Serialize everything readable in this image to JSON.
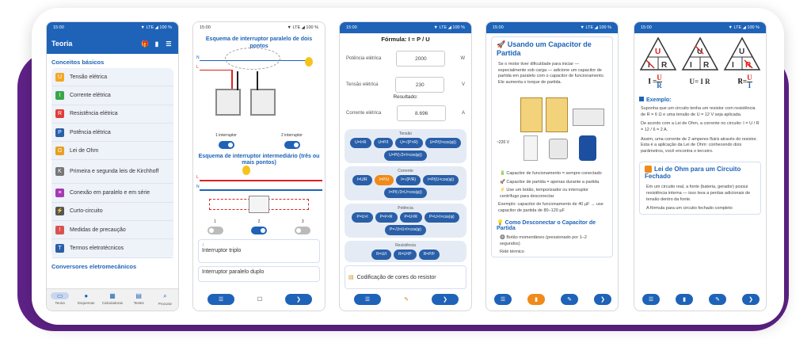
{
  "status": {
    "time": "15:00",
    "right": "▼ LTE ◢ 100 %"
  },
  "p1": {
    "title": "Teoria",
    "section1": "Conceitos básicos",
    "items": [
      {
        "label": "Tensão elétrica",
        "color": "#f5a623",
        "glyph": "U"
      },
      {
        "label": "Corrente elétrica",
        "color": "#3aa64a",
        "glyph": "I"
      },
      {
        "label": "Resistência elétrica",
        "color": "#e23b3b",
        "glyph": "R"
      },
      {
        "label": "Potência elétrica",
        "color": "#2a5fa8",
        "glyph": "P"
      },
      {
        "label": "Lei de Ohm",
        "color": "#e8a01f",
        "glyph": "Ω"
      },
      {
        "label": "Primeira e segunda leis de Kirchhoff",
        "color": "#777777",
        "glyph": "K"
      },
      {
        "label": "Conexão em paralelo e em série",
        "color": "#a53ab3",
        "glyph": "≡"
      },
      {
        "label": "Curto-circuito",
        "color": "#555555",
        "glyph": "⚡"
      },
      {
        "label": "Medidas de precaução",
        "color": "#d9534f",
        "glyph": "!"
      },
      {
        "label": "Termos eletrotécnicos",
        "color": "#2a5fa8",
        "glyph": "T"
      }
    ],
    "section2": "Conversores eletromecânicos",
    "nav": [
      "Teoria",
      "Esquemas",
      "Calculadoras",
      "Testes",
      "Procurar"
    ]
  },
  "p2": {
    "title1": "Esquema de interruptor paralelo de dois pontos",
    "sw1": "1 interruptor",
    "sw2": "2 interruptor",
    "title2": "Esquema de interruptor intermediário (três ou mais pontos)",
    "n1": "1",
    "n2": "2",
    "n3": "3",
    "link1": "Interruptor triplo",
    "link2": "Interruptor paralelo duplo",
    "L": "L",
    "N": "N"
  },
  "p3": {
    "formula": "Fórmula: I = P / U",
    "f1_label": "Potência elétrica",
    "f1_value": "2000",
    "f1_unit": "W",
    "f2_label": "Tensão elétrica",
    "f2_value": "230",
    "f2_unit": "V",
    "result_label": "Resultado:",
    "f3_label": "Corrente elétrica",
    "f3_value": "8.696",
    "f3_unit": "A",
    "groups": [
      {
        "title": "Tensão",
        "btns": [
          "U=I×R",
          "U=P/I",
          "U=√(P×R)",
          "U=P/(I×cos(φ))",
          "U=P/(√3×I×cos(φ))"
        ],
        "hl": -1
      },
      {
        "title": "Corrente",
        "btns": [
          "I=U/R",
          "I=P/U",
          "I=√(P/R)",
          "I=P/(U×cos(φ))",
          "I=P/(√3×U×cos(φ))"
        ],
        "hl": 1
      },
      {
        "title": "Potência",
        "btns": [
          "P=U×I",
          "P=I²×R",
          "P=U²/R",
          "P=U×I×cos(φ)",
          "P=√3×U×I×cos(φ)"
        ],
        "hl": -1
      },
      {
        "title": "Resistência",
        "btns": [
          "R=U/I",
          "R=U²/P",
          "R=P/I²"
        ],
        "hl": -1
      }
    ],
    "link": "Codificação de cores do resistor"
  },
  "p4": {
    "title": "🚀 Usando um Capacitor de Partida",
    "intro": "Se o motor tiver dificuldade para iniciar — especialmente sob carga — adicione um capacitor de partida em paralelo com o capacitor de funcionamento. Ele aumenta o torque de partida.",
    "voltage": "~220 V",
    "b1": "🔋 Capacitor de funcionamento = sempre conectado",
    "b2": "🚀 Capacitor de partida = apenas durante a partida",
    "b3": "⚡ Use um botão, temporizador ou interruptor centrífugo para desconectar",
    "example": "Exemplo: capacitor de funcionamento de 40 µF → use capacitor de partida de 80–120 µF",
    "sub": "💡 Como Desconectar o Capacitor de Partida",
    "b4": "🔘 Botão momentâneo (pressionado por 1–2 segundos)",
    "b5": "Relé térmico"
  },
  "p5": {
    "tri1": [
      "U",
      "I",
      "R"
    ],
    "tri2": [
      "U",
      "I",
      "R"
    ],
    "tri3": [
      "U",
      "I",
      "R"
    ],
    "f1": "I =",
    "f1n": "U",
    "f1d": "R",
    "f2": "U= I R",
    "f3": "R=",
    "f3n": "U",
    "f3d": "I",
    "ex_title": "Exemplo:",
    "ex1": "Suponha que um circuito tenha um resistor com resistência de R = 6 Ω e uma tensão de U = 12 V seja aplicada.",
    "ex2": "De acordo com a Lei de Ohm, a corrente no circuito: I = U / R = 12 / 6 = 2 A.",
    "ex3": "Assim, uma corrente de 2 amperes fluirá através do resistor. Esta é a aplicação da Lei de Ohm: conhecendo dois parâmetros, você encontra o terceiro.",
    "card_title": "Lei de Ohm para um Circuito Fechado",
    "c1": "Em um circuito real, a fonte (bateria, gerador) possui resistência interna — isso leva a perdas adicionais de tensão dentro da fonte.",
    "c2": "A fórmula para um circuito fechado completo"
  }
}
